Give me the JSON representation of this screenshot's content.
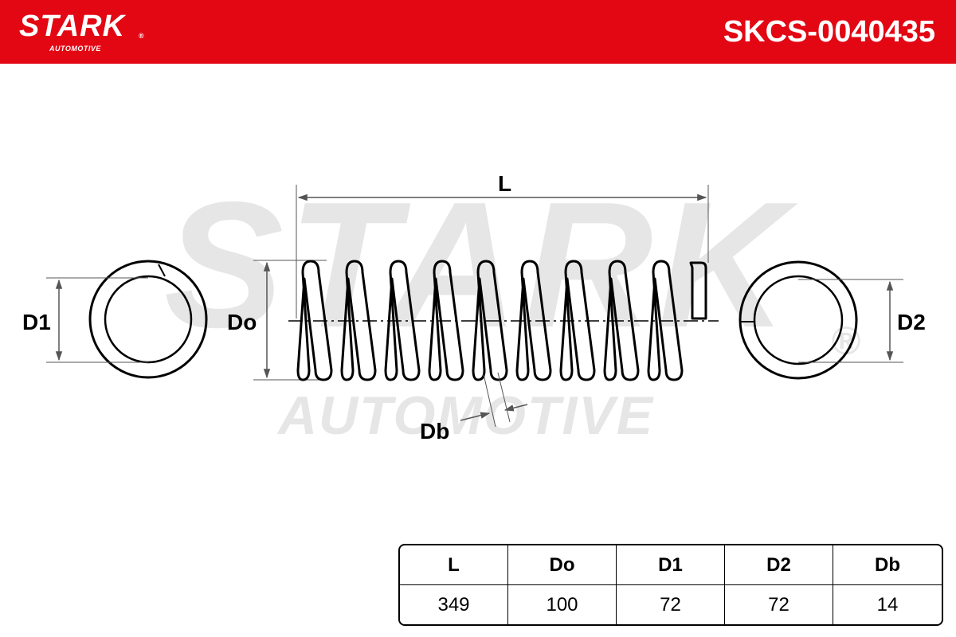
{
  "header": {
    "brand": "STARK",
    "brand_sub": "AUTOMOTIVE",
    "registered_mark": "®",
    "part_number": "SKCS-0040435"
  },
  "watermark": {
    "brand": "STARK",
    "brand_sub": "AUTOMOTIVE",
    "registered_mark": "®"
  },
  "diagram": {
    "labels": {
      "length": "L",
      "outer_diameter": "Do",
      "end_diameter_1": "D1",
      "end_diameter_2": "D2",
      "wire_diameter": "Db"
    }
  },
  "specs": {
    "headers": [
      "L",
      "Do",
      "D1",
      "D2",
      "Db"
    ],
    "values": [
      "349",
      "100",
      "72",
      "72",
      "14"
    ]
  },
  "colors": {
    "brand_red": "#e30613",
    "watermark_grey": "#e6e6e6",
    "line": "#000000",
    "dimension_line": "#555555"
  }
}
